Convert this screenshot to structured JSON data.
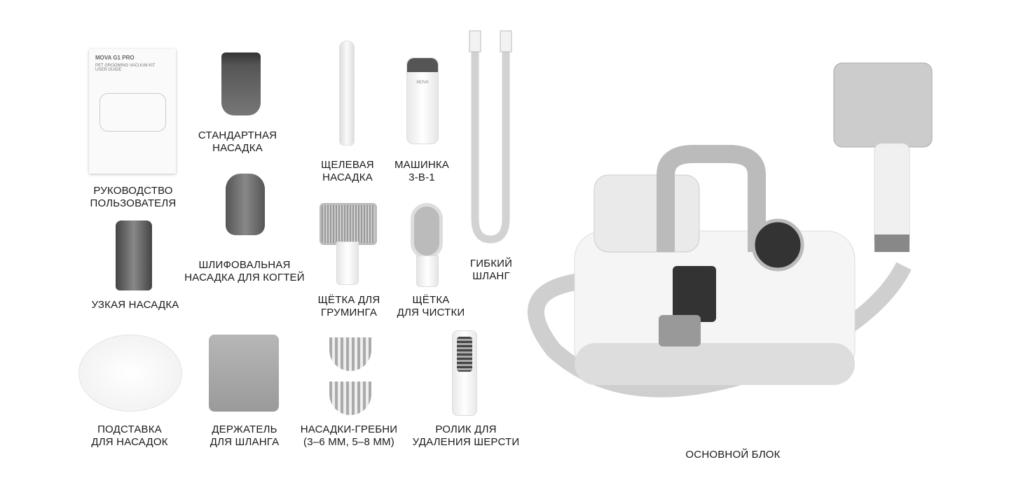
{
  "manual": {
    "brand": "MOVA G1 PRO",
    "subtitle_1": "PET GROOMING VACUUM KIT",
    "subtitle_2": "USER GUIDE"
  },
  "items": [
    {
      "lines": [
        "РУКОВОДСТВО",
        "ПОЛЬЗОВАТЕЛЯ"
      ]
    },
    {
      "lines": [
        "СТАНДАРТНАЯ",
        "НАСАДКА"
      ]
    },
    {
      "lines": [
        "ЩЕЛЕВАЯ",
        "НАСАДКА"
      ]
    },
    {
      "lines": [
        "МАШИНКА",
        "3-В-1"
      ]
    },
    {
      "lines": [
        "УЗКАЯ НАСАДКА"
      ]
    },
    {
      "lines": [
        "ШЛИФОВАЛЬНАЯ",
        "НАСАДКА ДЛЯ КОГТЕЙ"
      ]
    },
    {
      "lines": [
        "ЩЁТКА ДЛЯ",
        "ГРУМИНГА"
      ]
    },
    {
      "lines": [
        "ЩЁТКА",
        "ДЛЯ ЧИСТКИ"
      ]
    },
    {
      "lines": [
        "ГИБКИЙ",
        "ШЛАНГ"
      ]
    },
    {
      "lines": [
        "ПОДСТАВКА",
        "ДЛЯ НАСАДОК"
      ]
    },
    {
      "lines": [
        "ДЕРЖАТЕЛЬ",
        "ДЛЯ ШЛАНГА"
      ]
    },
    {
      "lines": [
        "НАСАДКИ-ГРЕБНИ",
        "(3–6 ММ, 5–8 ММ)"
      ]
    },
    {
      "lines": [
        "РОЛИК ДЛЯ",
        "УДАЛЕНИЯ ШЕРСТИ"
      ]
    },
    {
      "lines": [
        "ОСНОВНОЙ БЛОК"
      ]
    }
  ],
  "clipper_brand": "MOVA"
}
